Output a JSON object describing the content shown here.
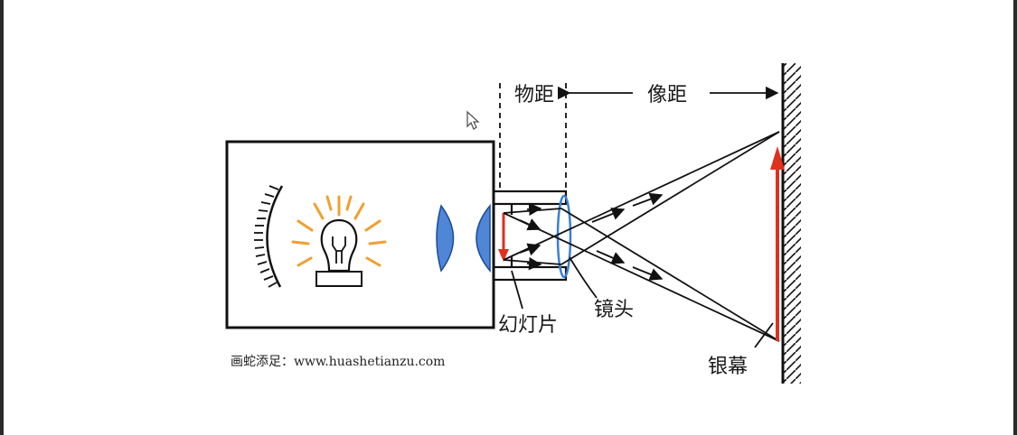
{
  "labels": {
    "object_distance": "物距",
    "image_distance": "像距",
    "slide": "幻灯片",
    "lens": "镜头",
    "screen": "银幕"
  },
  "credit": "画蛇添足：www.huashetianzu.com",
  "colors": {
    "line": "#111111",
    "lens_fill": "#4f86d6",
    "bulb_glow": "#f0a030",
    "arrow_red": "#e0301e",
    "lens_outline": "#3a7fd8"
  },
  "icons": [
    "lamp-bulb-icon",
    "reflector-icon",
    "condenser-lens-icon",
    "cursor-icon"
  ]
}
